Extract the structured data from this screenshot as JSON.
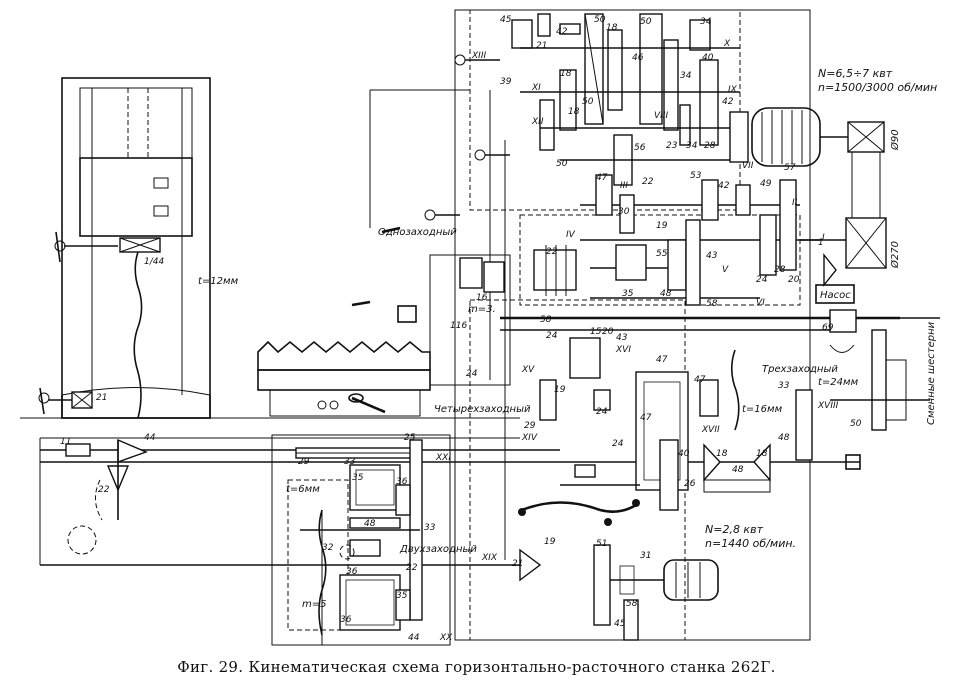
{
  "caption": "Фиг. 29. Кинематическая схема горизонтально-расточного станка 262Г.",
  "labels": {
    "motor_main_power": "N=6,5÷7 квт",
    "motor_main_speed": "n=1500/3000 об/мин",
    "motor_feed_power": "N=2,8 квт",
    "motor_feed_speed": "n=1440 об/мин.",
    "pitch_12": "t=12мм",
    "pitch_6": "t=6мм",
    "pitch_16": "t=16мм",
    "pitch_24": "t=24мм",
    "single_start": "Однозаходный",
    "four_start": "Четырехзаходный",
    "three_start": "Трехзаходный",
    "two_start": "Двухзаходный",
    "change_gears": "Сменные шестерни",
    "pump": "Насос",
    "d90": "Ø90",
    "d270": "Ø270",
    "module_3": "m=3.",
    "module_5": "m=5",
    "ratio_1_44": "1/44",
    "ratio_1": "1"
  },
  "roman": [
    "I",
    "II",
    "III",
    "IV",
    "V",
    "VI",
    "VII",
    "VIII",
    "IX",
    "X",
    "XI",
    "XII",
    "XIII",
    "XIV",
    "XV",
    "XVI",
    "XVII",
    "XVIII",
    "XIX",
    "XX",
    "XXI"
  ],
  "teeth": [
    "45",
    "42",
    "50",
    "18",
    "50",
    "34",
    "40",
    "21",
    "39",
    "46",
    "34",
    "18",
    "50",
    "42",
    "23",
    "34",
    "28",
    "18",
    "50",
    "56",
    "47",
    "22",
    "53",
    "42",
    "49",
    "57",
    "30",
    "19",
    "22",
    "55",
    "43",
    "35",
    "48",
    "24",
    "28",
    "20",
    "58",
    "16",
    "116",
    "24",
    "58",
    "24",
    "15",
    "20",
    "43",
    "19",
    "47",
    "24",
    "29",
    "24",
    "47",
    "47",
    "40",
    "18",
    "48",
    "18",
    "33",
    "48",
    "50",
    "69",
    "44",
    "22",
    "11",
    "21",
    "29",
    "33",
    "35",
    "36",
    "25",
    "33",
    "32",
    "48",
    "36",
    "35",
    "22",
    "44",
    "36",
    "21",
    "19",
    "51",
    "31",
    "58",
    "45",
    "26"
  ]
}
